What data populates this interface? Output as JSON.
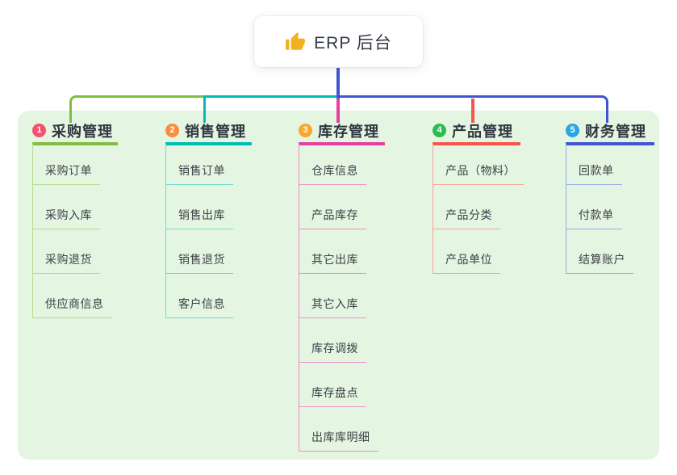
{
  "root": {
    "icon": "thumbs-up",
    "label": "ERP 后台"
  },
  "branches": [
    {
      "num": "1",
      "label": "采购管理",
      "badge_color": "#f4516c",
      "line_color": "#7fbf3f",
      "soft_line_color": "#b6db90",
      "children": [
        "采购订单",
        "采购入库",
        "采购退货",
        "供应商信息"
      ]
    },
    {
      "num": "2",
      "label": "销售管理",
      "badge_color": "#f78e3d",
      "line_color": "#00bcb4",
      "soft_line_color": "#72d8d1",
      "children": [
        "销售订单",
        "销售出库",
        "销售退货",
        "客户信息"
      ]
    },
    {
      "num": "3",
      "label": "库存管理",
      "badge_color": "#f5a82c",
      "line_color": "#e5409e",
      "soft_line_color": "#f08fc6",
      "children": [
        "仓库信息",
        "产品库存",
        "其它出库",
        "其它入库",
        "库存调拨",
        "库存盘点",
        "出库库明细"
      ]
    },
    {
      "num": "4",
      "label": "产品管理",
      "badge_color": "#2abd4f",
      "line_color": "#f8544b",
      "soft_line_color": "#faa29b",
      "children": [
        "产品（物料）",
        "产品分类",
        "产品单位"
      ]
    },
    {
      "num": "5",
      "label": "财务管理",
      "badge_color": "#28a5e4",
      "line_color": "#4155d4",
      "soft_line_color": "#98abe8",
      "children": [
        "回款单",
        "付款单",
        "结算账户"
      ]
    }
  ],
  "colors": {
    "panel_background": "#e4f5e1",
    "root_connector": "#4155d4",
    "icon_gold": "#f2b11f"
  }
}
